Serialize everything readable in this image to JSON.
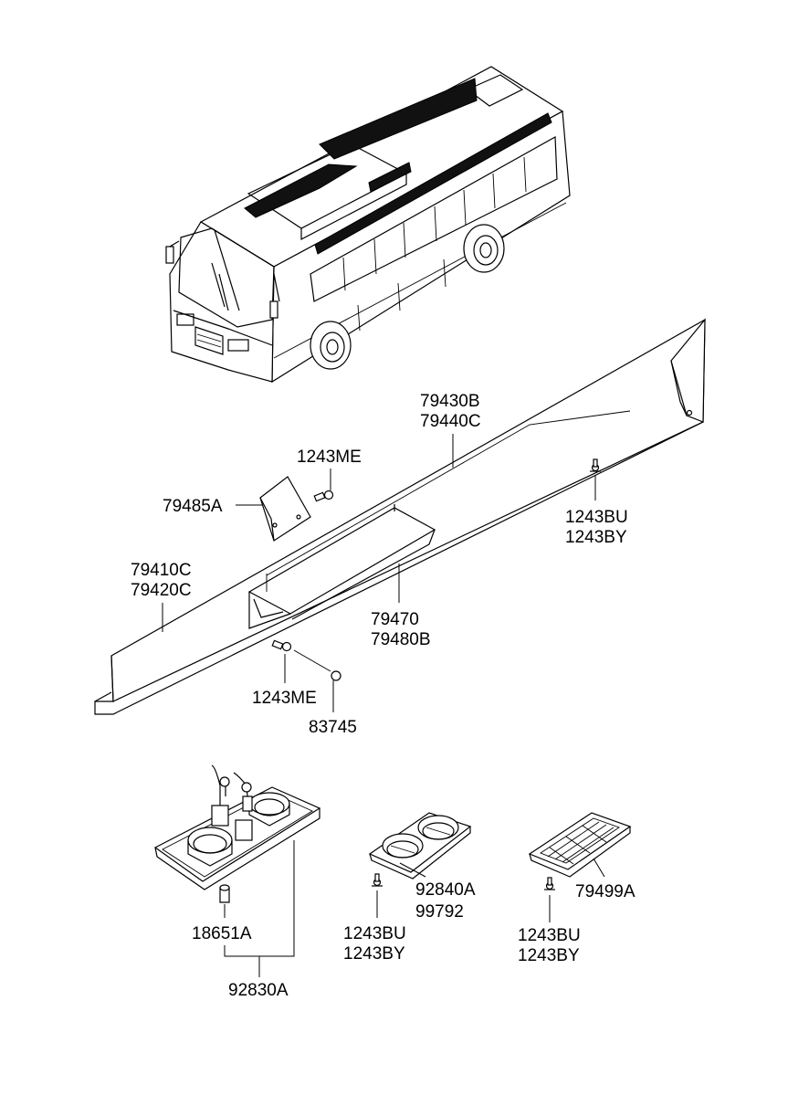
{
  "labels": {
    "p79430B": "79430B",
    "p79440C": "79440C",
    "p1243ME_top": "1243ME",
    "p79485A": "79485A",
    "p1243BU_right": "1243BU",
    "p1243BY_right": "1243BY",
    "p79410C": "79410C",
    "p79420C": "79420C",
    "p79470": "79470",
    "p79480B": "79480B",
    "p1243ME_bottom": "1243ME",
    "p83745": "83745",
    "p18651A": "18651A",
    "p92830A": "92830A",
    "p92840A": "92840A",
    "p99792": "99792",
    "p1243BU_mid": "1243BU",
    "p1243BY_mid": "1243BY",
    "p79499A": "79499A",
    "p1243BU_far": "1243BU",
    "p1243BY_far": "1243BY"
  }
}
